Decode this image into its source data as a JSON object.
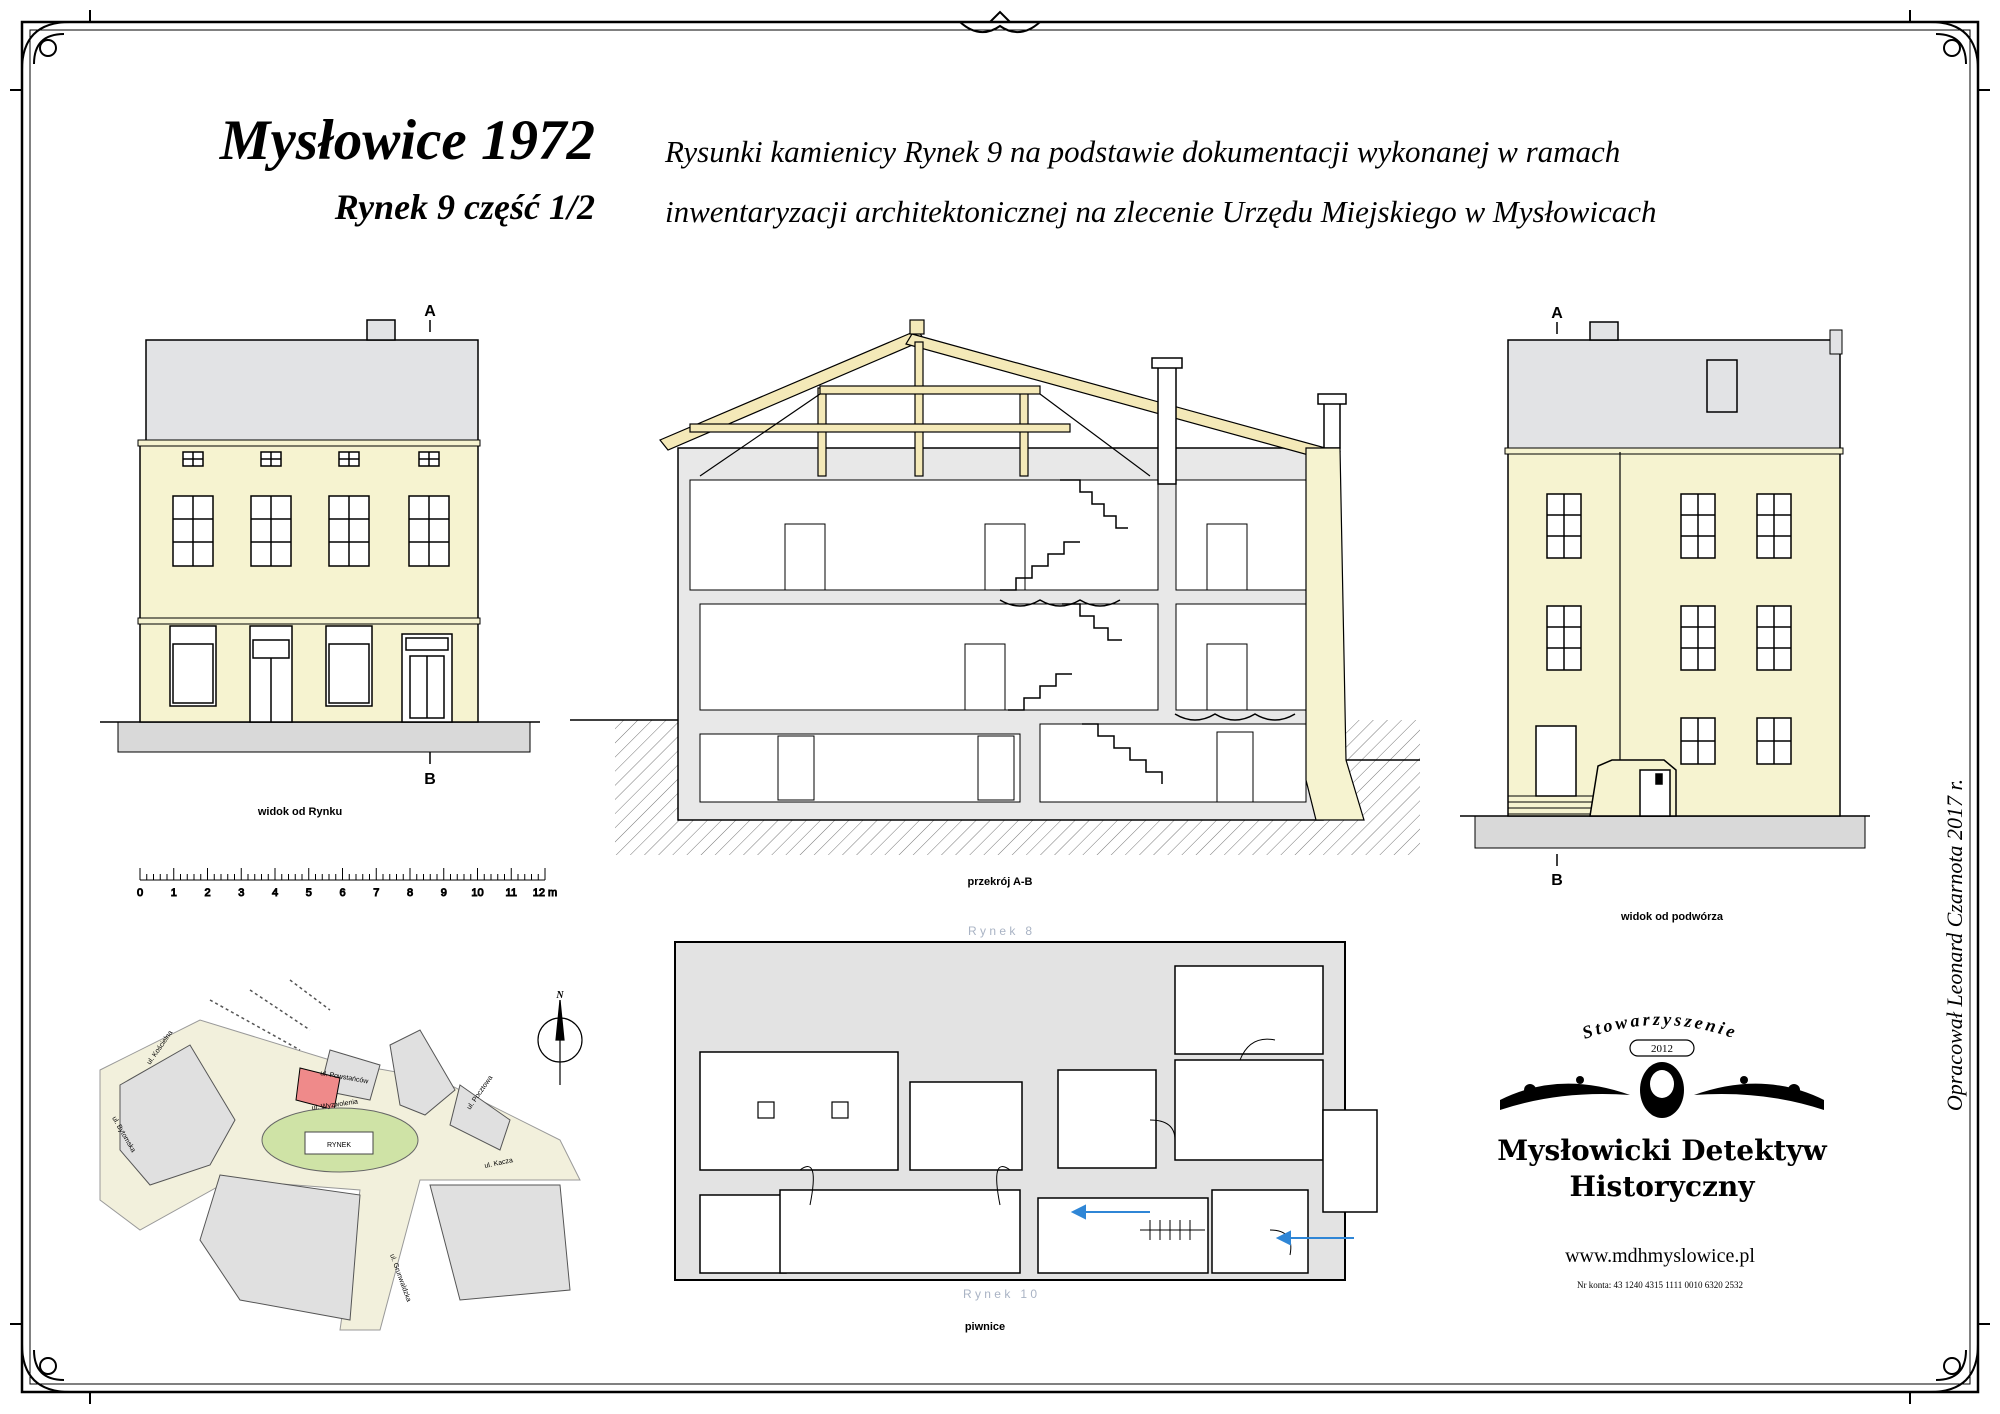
{
  "title": {
    "main": "Mysłowice 1972",
    "sub": "Rynek 9 część 1/2"
  },
  "description": {
    "line1": "Rysunki kamienicy Rynek 9 na podstawie dokumentacji wykonanej w ramach",
    "line2": "inwentaryzacji architektonicznej na zlecenie Urzędu Miejskiego w Mysłowicach"
  },
  "front_elevation": {
    "caption": "widok od Rynku",
    "marker_top": "A",
    "marker_bottom": "B"
  },
  "scale_bar": {
    "labels": [
      "0",
      "1",
      "2",
      "3",
      "4",
      "5",
      "6",
      "7",
      "8",
      "9",
      "10",
      "11",
      "12 m"
    ]
  },
  "section": {
    "caption": "przekrój A-B"
  },
  "rear_elevation": {
    "caption": "widok od podwórza",
    "marker_top": "A",
    "marker_bottom": "B"
  },
  "basement_plan": {
    "caption": "piwnice",
    "neighbor_top": "R y n e k   8",
    "neighbor_bottom": "R y n e k   1 0"
  },
  "map": {
    "north": "N",
    "square": "RYNEK",
    "streets": {
      "koscielna": "ul. Kościelna",
      "bytomska": "ul. Bytomska",
      "wyzwolenia": "ul. Wyzwolenia",
      "pocztowa": "ul. Pocztowa",
      "powstancow": "ul. Powstańców",
      "kacza": "ul. Kacza",
      "grunwaldzka": "ul. Grunwaldzka"
    }
  },
  "logo": {
    "arc": "Stowarzyszenie",
    "year": "2012",
    "name_line1": "Mysłowicki Detektyw",
    "name_line2": "Historyczny",
    "website": "www.mdhmyslowice.pl",
    "account": "Nr konta: 43 1240 4315 1111 0010 6320 2532"
  },
  "credit": "Opracował Leonard Czarnota 2017 r.",
  "colors": {
    "facade": "#f6f3d0",
    "roof": "#e2e3e5",
    "ground": "#d9d9d9",
    "highlight": "#ef8a8a",
    "green": "#cfe3a6",
    "road": "#f2f0dc",
    "arrow": "#2f86d6",
    "timber": "#f4e9b8"
  }
}
